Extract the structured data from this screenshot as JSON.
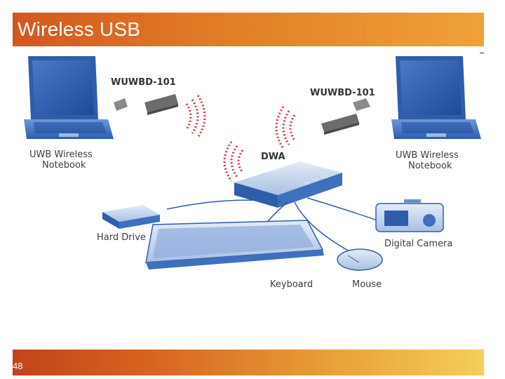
{
  "slide": {
    "title": "Wireless USB",
    "number": "48"
  },
  "diagram": {
    "labels": {
      "dongle_left": "WUWBD-101",
      "dongle_right": "WUWBD-101",
      "notebook_left_line1": "UWB Wireless",
      "notebook_left_line2": "Notebook",
      "notebook_right_line1": "UWB Wireless",
      "notebook_right_line2": "Notebook",
      "hub": "DWA",
      "hard_drive": "Hard Drive",
      "camera": "Digital Camera",
      "keyboard": "Keyboard",
      "mouse": "Mouse"
    },
    "colors": {
      "device_blue": "#3f6fbf",
      "device_dark": "#1f4f9f",
      "signal_red": "#e03030",
      "title_orange": "#e17a25"
    }
  }
}
